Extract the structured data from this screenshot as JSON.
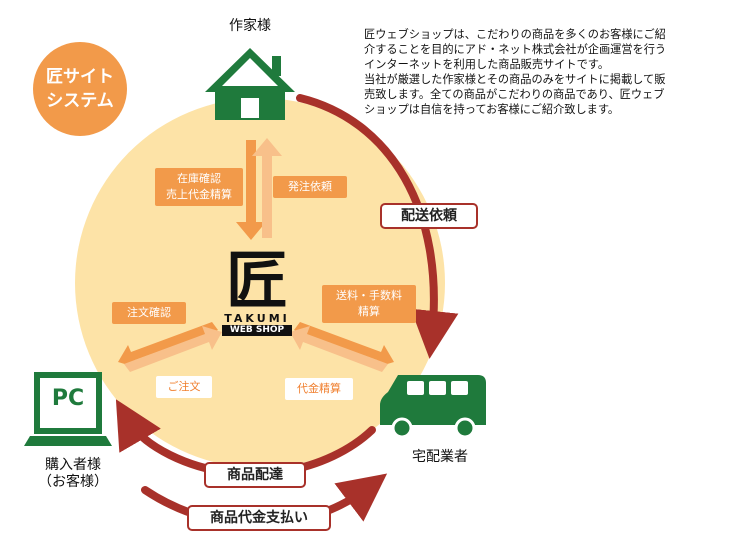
{
  "badge": {
    "line1": "匠サイト",
    "line2": "システム"
  },
  "description": "匠ウェブショップは、こだわりの商品を多くのお客様にご紹\n介することを目的にアド・ネット株式会社が企画運営を行う\nインターネットを利用した商品販売サイトです。\n当社が厳選した作家様とその商品のみをサイトに掲載して販\n売致します。全ての商品がこだわりの商品であり、匠ウェブ\nショップは自信を持ってお客様にご紹介致します。",
  "nodes": {
    "artist": "作家様",
    "buyer": "購入者様\n（お客様）",
    "delivery": "宅配業者",
    "pc": "PC"
  },
  "logo": {
    "kanji": "匠",
    "sub1": "TAKUMI",
    "sub2": "WEB SHOP"
  },
  "flow_labels": {
    "stock_check": "在庫確認\n売上代金精算",
    "order_request": "発注依頼",
    "shipping_fee": "送料・手数料\n精算",
    "order_confirm": "注文確認",
    "order": "ご注文",
    "payment_settle": "代金精算"
  },
  "cycle_labels": {
    "delivery_request": "配送依頼",
    "product_delivery": "商品配達",
    "payment": "商品代金支払い"
  },
  "colors": {
    "circle": "#fde3a7",
    "orange": "#f29a4a",
    "red": "#a8312a",
    "green": "#1f7a3c"
  }
}
